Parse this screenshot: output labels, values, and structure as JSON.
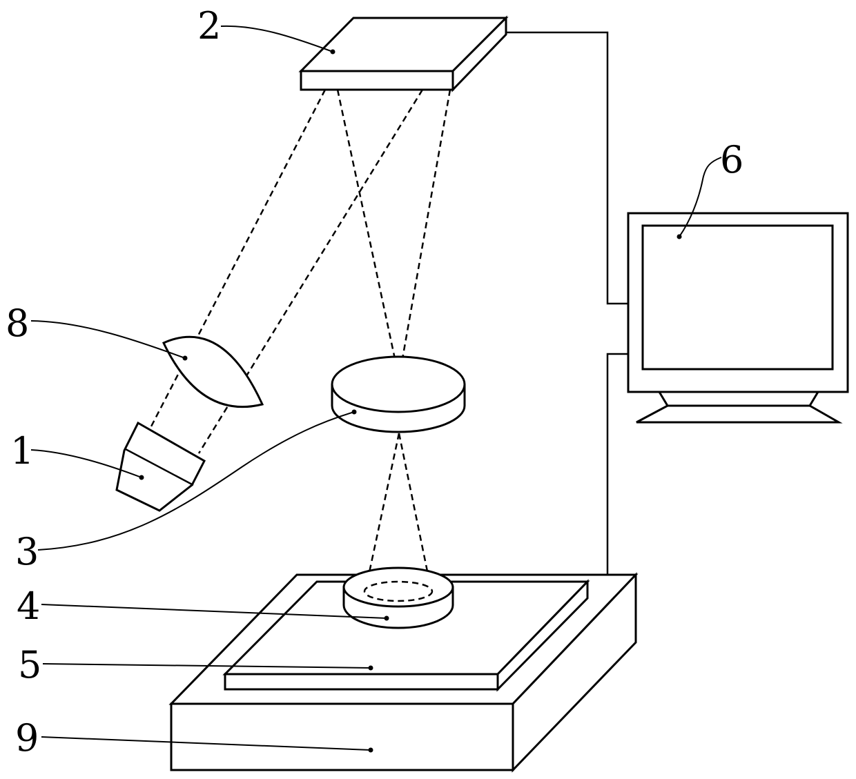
{
  "labels": {
    "c1": "1",
    "c2": "2",
    "c3": "3",
    "c4": "4",
    "c5": "5",
    "c6": "6",
    "c8": "8",
    "c9": "9"
  },
  "colors": {
    "line": "#000000",
    "background": "#ffffff"
  }
}
